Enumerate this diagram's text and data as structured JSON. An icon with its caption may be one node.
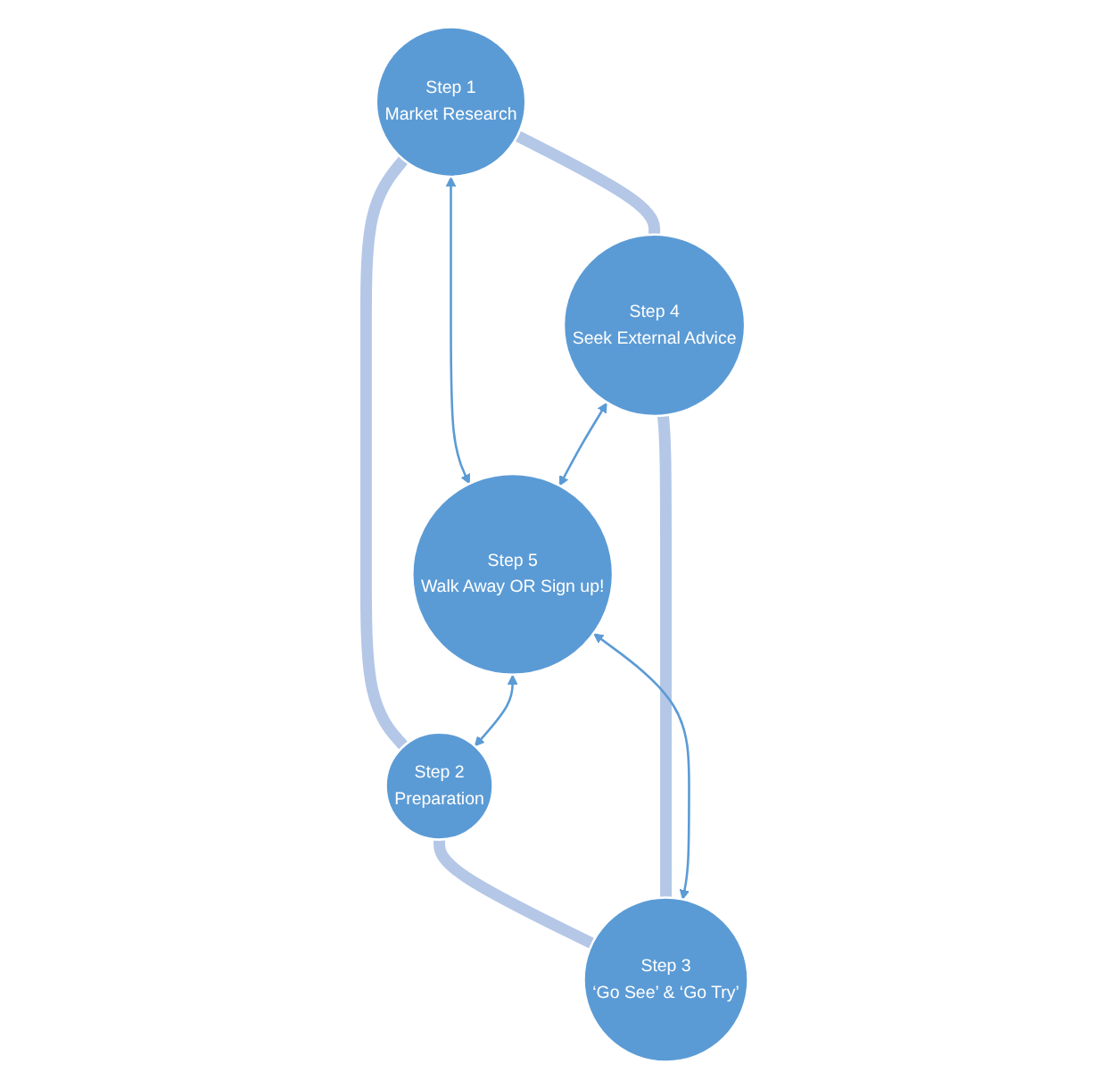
{
  "diagram": {
    "nodes": [
      {
        "text": [
          "Step 1",
          "Market Research"
        ]
      },
      {
        "text": [
          "Step 2",
          "Preparation"
        ]
      },
      {
        "text": [
          "Step 3",
          "‘Go See’ & ‘Go Try’"
        ]
      },
      {
        "text": [
          "Step 4",
          "Seek External Advice"
        ]
      },
      {
        "text": [
          "Step 5",
          "Walk Away OR Sign up!"
        ]
      }
    ],
    "edges": [
      {
        "from": 0,
        "to": 1,
        "arrow": "none",
        "style": "thick",
        "color": "#b4c7e7"
      },
      {
        "from": 0,
        "to": 3,
        "arrow": "none",
        "style": "thick",
        "color": "#b4c7e7"
      },
      {
        "from": 1,
        "to": 2,
        "arrow": "none",
        "style": "thick",
        "color": "#b4c7e7"
      },
      {
        "from": 3,
        "to": 2,
        "arrow": "none",
        "style": "thick",
        "color": "#b4c7e7"
      },
      {
        "from": 0,
        "to": 4,
        "arrow": "both"
      },
      {
        "from": 4,
        "to": 2,
        "arrow": "both"
      },
      {
        "from": 3,
        "to": 4,
        "arrow": "both"
      },
      {
        "from": 4,
        "to": 1,
        "arrow": "both"
      }
    ]
  }
}
